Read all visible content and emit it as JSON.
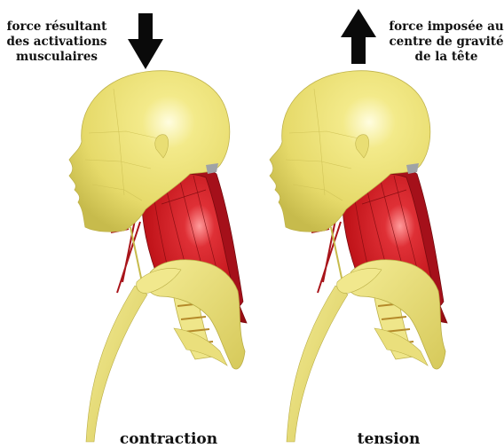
{
  "left_panel": {
    "annotation_lines": [
      "force résultant",
      "des activations",
      "musculaires"
    ],
    "caption": "contraction",
    "arrow_direction": "down"
  },
  "right_panel": {
    "annotation_lines": [
      "force imposée au",
      "centre de gravité",
      "de la tête"
    ],
    "caption": "tension",
    "arrow_direction": "up"
  },
  "colors": {
    "bone": "#ece37a",
    "bone_shadow": "#cfc252",
    "muscle": "#c8161c",
    "muscle_dark": "#8e0c10",
    "muscle_highlight": "#ff8a8a",
    "arrow": "#0a0a0a",
    "text": "#111111"
  }
}
